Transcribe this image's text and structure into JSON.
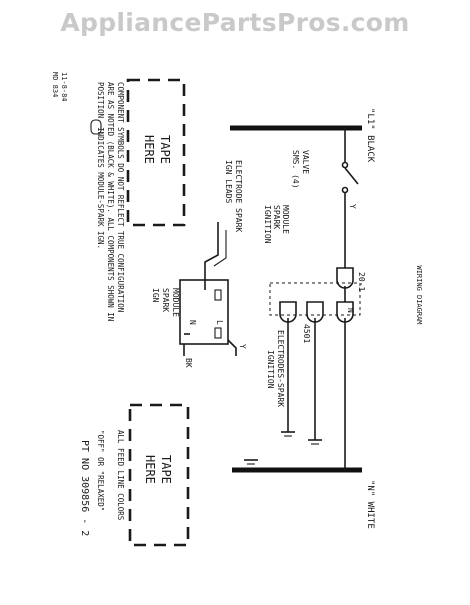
{
  "watermark": "AppliancePartsPros.com",
  "header": {
    "title": "WIRING DIAGRAM",
    "date": "11-8-84",
    "doc_code": "MD 834"
  },
  "bus_labels": {
    "l1": "\"L1\" BLACK",
    "n": "\"N\" WHITE"
  },
  "valve_label": [
    "VALVE",
    "SMS. (4)"
  ],
  "wire_y": "Y",
  "module_top": [
    "MODULE",
    "SPARK",
    "IGNITION"
  ],
  "connectors": {
    "c1": "20-1",
    "c2": "4501",
    "n_letter": "N"
  },
  "electrodes_label": [
    "ELECTRODES-SPARK",
    "IGNITION"
  ],
  "electrode_leads_label": [
    "ELECTRODE SPARK",
    "IGN LEADS"
  ],
  "module_bottom": [
    "MODULE",
    "SPARK",
    "IGN"
  ],
  "terminals": {
    "n": "N",
    "l": "L",
    "y": "Y",
    "bk": "BK"
  },
  "tape": [
    "TAPE",
    "HERE"
  ],
  "notes": {
    "left": [
      "COMPONENT SYMBOLS DO NOT REFLECT TRUE CONFIGURATION",
      "ARE AS NOTED (BLACK & WHITE).  ALL COMPONENTS SHOWN IN",
      "POSITION.     INDICATES MODULE-SPARK IGN."
    ],
    "right": [
      "ALL FEED LINE COLORS",
      "\"OFF\" OR \"RELAXED\""
    ]
  },
  "part_number": "PT NO 309856 - 2"
}
